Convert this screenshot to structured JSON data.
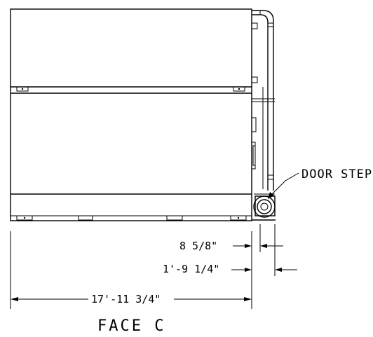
{
  "drawing": {
    "title": "FACE C",
    "callouts": {
      "door_step": "DOOR STEP"
    },
    "dimensions": {
      "step_depth": "8 5/8\"",
      "step_total": "1'-9 1/4\"",
      "overall_length": "17'-11 3/4\""
    }
  }
}
